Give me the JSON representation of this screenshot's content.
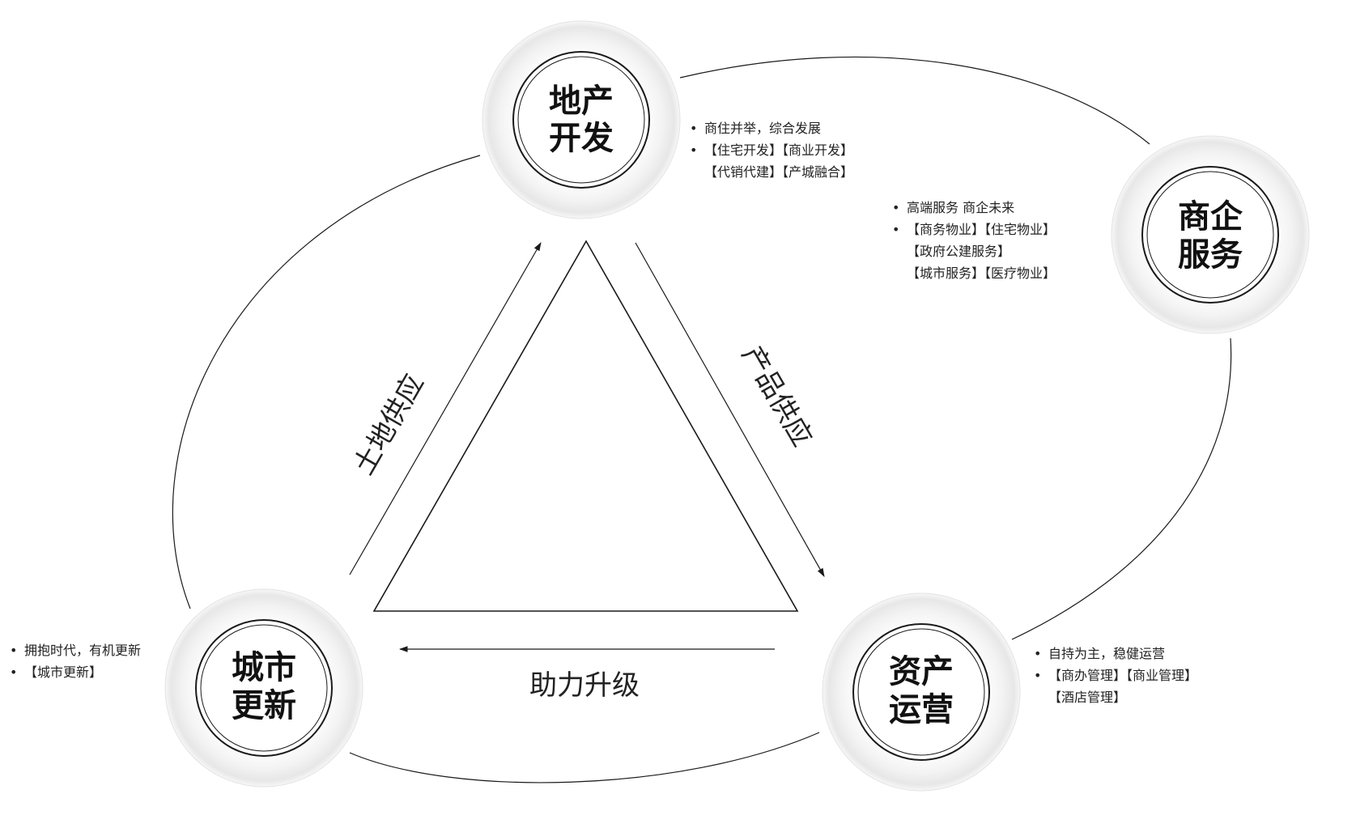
{
  "nodes": {
    "land_dev": {
      "line1": "地产",
      "line2": "开发"
    },
    "business_service": {
      "line1": "商企",
      "line2": "服务"
    },
    "asset_ops": {
      "line1": "资产",
      "line2": "运营"
    },
    "urban_renewal": {
      "line1": "城市",
      "line2": "更新"
    }
  },
  "edges": {
    "land_supply": "土地供应",
    "product_supply": "产品供应",
    "boost_upgrade": "助力升级"
  },
  "descriptions": {
    "land_dev": {
      "bullet1": "商住并举，综合发展",
      "bullet2": "【住宅开发】【商业开发】",
      "cont2": "【代销代建】【产城融合】"
    },
    "business_service": {
      "bullet1": "高端服务 商企未来",
      "bullet2": "【商务物业】【住宅物业】",
      "cont2a": "【政府公建服务】",
      "cont2b": "【城市服务】【医疗物业】"
    },
    "asset_ops": {
      "bullet1": "自持为主，稳健运营",
      "bullet2": "【商办管理】【商业管理】",
      "cont2": "【酒店管理】"
    },
    "urban_renewal": {
      "bullet1": "拥抱时代，有机更新",
      "bullet2": "【城市更新】"
    }
  },
  "colors": {
    "stroke": "#1a1a1a",
    "bubble_edge": "#d9d9d9",
    "text": "#111111"
  }
}
